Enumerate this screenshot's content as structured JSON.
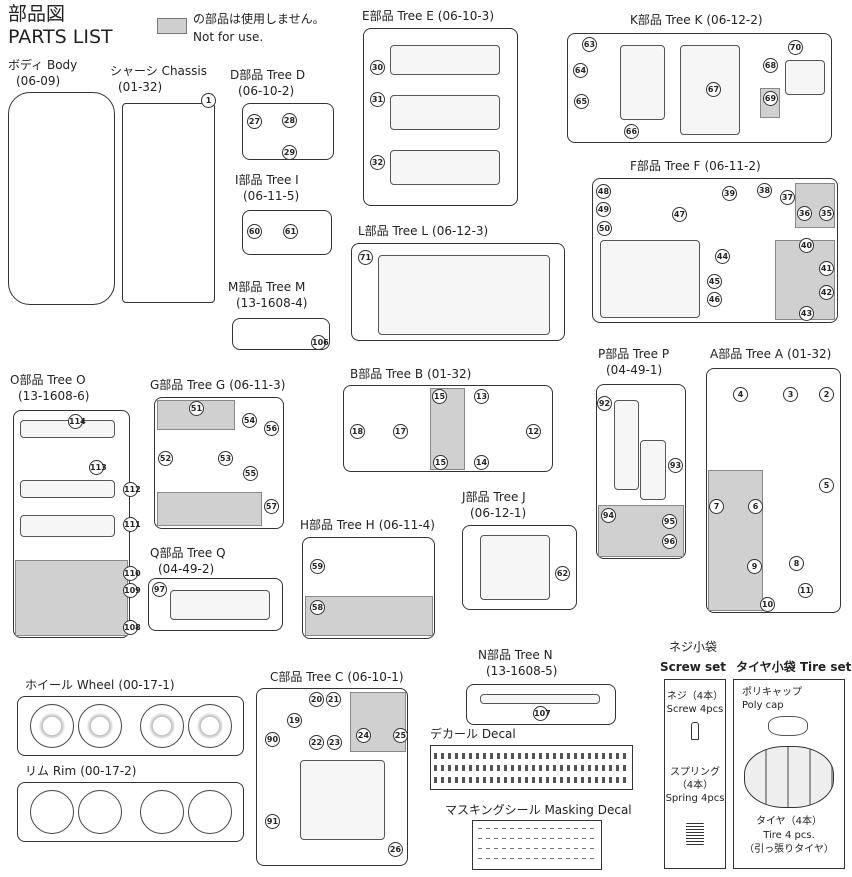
{
  "header": {
    "title_ja": "部品図",
    "title_en": "PARTS LIST",
    "legend_ja": "の部品は使用しません。",
    "legend_en": "Not for use."
  },
  "trees": {
    "body": {
      "name": "ボディ Body",
      "code": "(06-09)",
      "parts": []
    },
    "chassis": {
      "name": "シャーシ Chassis",
      "code": "(01-32)",
      "parts": [
        "1"
      ]
    },
    "D": {
      "name": "D部品 Tree D",
      "code": "(06-10-2)",
      "parts": [
        "27",
        "28",
        "29"
      ]
    },
    "I": {
      "name": "I部品 Tree I",
      "code": "(06-11-5)",
      "parts": [
        "60",
        "61"
      ]
    },
    "M": {
      "name": "M部品 Tree M",
      "code": "(13-1608-4)",
      "parts": [
        "106"
      ]
    },
    "E": {
      "name": "E部品 Tree E",
      "code": "(06-10-3)",
      "parts": [
        "30",
        "31",
        "32"
      ]
    },
    "L": {
      "name": "L部品 Tree L",
      "code": "(06-12-3)",
      "parts": [
        "71"
      ]
    },
    "K": {
      "name": "K部品 Tree K",
      "code": "(06-12-2)",
      "parts": [
        "63",
        "64",
        "65",
        "66",
        "67",
        "68",
        "69",
        "70"
      ]
    },
    "F": {
      "name": "F部品 Tree F",
      "code": "(06-11-2)",
      "parts": [
        "48",
        "49",
        "47",
        "39",
        "38",
        "37",
        "36",
        "35",
        "50",
        "40",
        "44",
        "41",
        "45",
        "42",
        "46",
        "43"
      ]
    },
    "O": {
      "name": "O部品 Tree O",
      "code": "(13-1608-6)",
      "parts": [
        "114",
        "113",
        "112",
        "111",
        "110",
        "109",
        "108"
      ]
    },
    "G": {
      "name": "G部品 Tree G",
      "code": "(06-11-3)",
      "parts": [
        "51",
        "54",
        "56",
        "52",
        "53",
        "55",
        "57"
      ]
    },
    "B": {
      "name": "B部品 Tree B",
      "code": "(01-32)",
      "parts": [
        "15",
        "13",
        "18",
        "17",
        "12",
        "15",
        "14"
      ]
    },
    "P": {
      "name": "P部品 Tree P",
      "code": "(04-49-1)",
      "parts": [
        "92",
        "93",
        "94",
        "95",
        "96"
      ]
    },
    "A": {
      "name": "A部品 Tree A",
      "code": "(01-32)",
      "parts": [
        "4",
        "3",
        "2",
        "7",
        "6",
        "5",
        "8",
        "9",
        "11",
        "10"
      ]
    },
    "Q": {
      "name": "Q部品 Tree Q",
      "code": "(04-49-2)",
      "parts": [
        "97"
      ]
    },
    "H": {
      "name": "H部品 Tree H",
      "code": "(06-11-4)",
      "parts": [
        "59",
        "58"
      ]
    },
    "J": {
      "name": "J部品 Tree J",
      "code": "(06-12-1)",
      "parts": [
        "62"
      ]
    },
    "N": {
      "name": "N部品 Tree N",
      "code": "(13-1608-5)",
      "parts": [
        "107"
      ]
    },
    "wheel": {
      "name": "ホイール Wheel",
      "code": "(00-17-1)",
      "parts": []
    },
    "rim": {
      "name": "リム Rim",
      "code": "(00-17-2)",
      "parts": []
    },
    "C": {
      "name": "C部品 Tree C",
      "code": "(06-10-1)",
      "parts": [
        "20",
        "21",
        "19",
        "22",
        "23",
        "24",
        "25",
        "90",
        "91",
        "26"
      ]
    },
    "decal": {
      "name": "デカール Decal",
      "code": "",
      "parts": []
    },
    "masking": {
      "name": "マスキングシール Masking Decal",
      "code": "",
      "parts": []
    }
  },
  "screw_set": {
    "title_ja": "ネジ小袋",
    "title_en": "Screw set",
    "screw_ja": "ネジ（4本）",
    "screw_en": "Screw 4pcs",
    "spring_ja": "スプリング",
    "spring_qty": "（4本）",
    "spring_en": "Spring 4pcs"
  },
  "tire_set": {
    "title": "タイヤ小袋 Tire set",
    "polycap_ja": "ポリキャップ",
    "polycap_en": "Poly cap",
    "tire_ja": "タイヤ（4本）",
    "tire_en": "Tire 4 pcs.",
    "tire_note": "（引っ張りタイヤ）"
  }
}
